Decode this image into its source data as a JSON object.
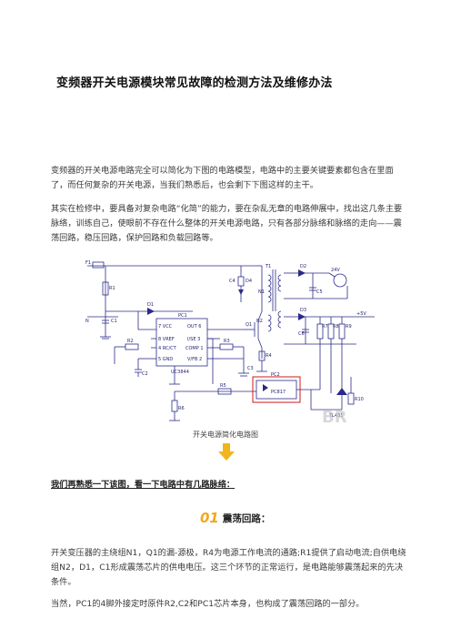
{
  "article": {
    "title": "变频器开关电源模块常见故障的检测方法及维修办法",
    "para1": "变频器的开关电源电路完全可以简化为下图的电路模型，电路中的主要关键要素都包含在里面了，而任何复杂的开关电源，当我们熟悉后，也会剩下下图这样的主干。",
    "para2": "其实在检修中，要具备对复杂电路“化简”的能力，要在杂乱无章的电路伸展中，找出这几条主要脉络，训练自己，使眼前不存在什么整体的开关电源电路，只有各部分脉络和脉络的走向——震荡回路，稳压回路，保护回路和负载回路等。",
    "caption": "开关电源简化电路图",
    "question": "我们再熟悉一下该图，看一下电路中有几路脉络：",
    "section_num": "01",
    "section_label": "震荡回路：",
    "para3": "开关变压器的主绕组N1，Q1的漏-源极，R4为电源工作电流的通路;R1提供了启动电流;自供电绕组N2，D1，C1形成震荡芯片的供电电压。这三个环节的正常运行，是电路能够震荡起来的先决条件。",
    "para4": "当然，PC1的4脚外接定时原件R2,C2和PC1芯片本身，也构成了震荡回路的一部分。"
  },
  "diagram": {
    "labels": {
      "f1": "F1",
      "r1": "R1",
      "n": "N",
      "c1": "C1",
      "d1": "D1",
      "n2": "N2",
      "c4": "C4",
      "d4": "D4",
      "t1": "T1",
      "d2": "D2",
      "d3": "D3",
      "c5": "C5",
      "n1": "N1",
      "v24": "24V",
      "v5": "+5V",
      "c6": "C6",
      "r7": "R7",
      "r8": "R8",
      "r9": "R9",
      "q1": "Q1",
      "pc1": "PC1",
      "pin7": "7 VCC",
      "pin8": "8 VREF",
      "pin4": "4 RC/CT",
      "pin5": "5 GND",
      "pin6": "OUT 6",
      "pin3": "I/SE 3",
      "pin1": "COMP 1",
      "pin2": "V/FB 2",
      "r4": "R4",
      "r3": "R3",
      "r2": "R2",
      "c2": "C2",
      "c3": "C3",
      "r6": "R6",
      "r5": "R5",
      "chip": "UC3844",
      "pc2": "PC2",
      "pc817": "PC817",
      "r10": "R10",
      "tl431": "TL431",
      "watermark": "BR"
    },
    "colors": {
      "line": "#2a2a8a",
      "fill": "#2a2a8a",
      "pc2_box": "#cc0000",
      "arrow": "#f2b51e"
    }
  }
}
